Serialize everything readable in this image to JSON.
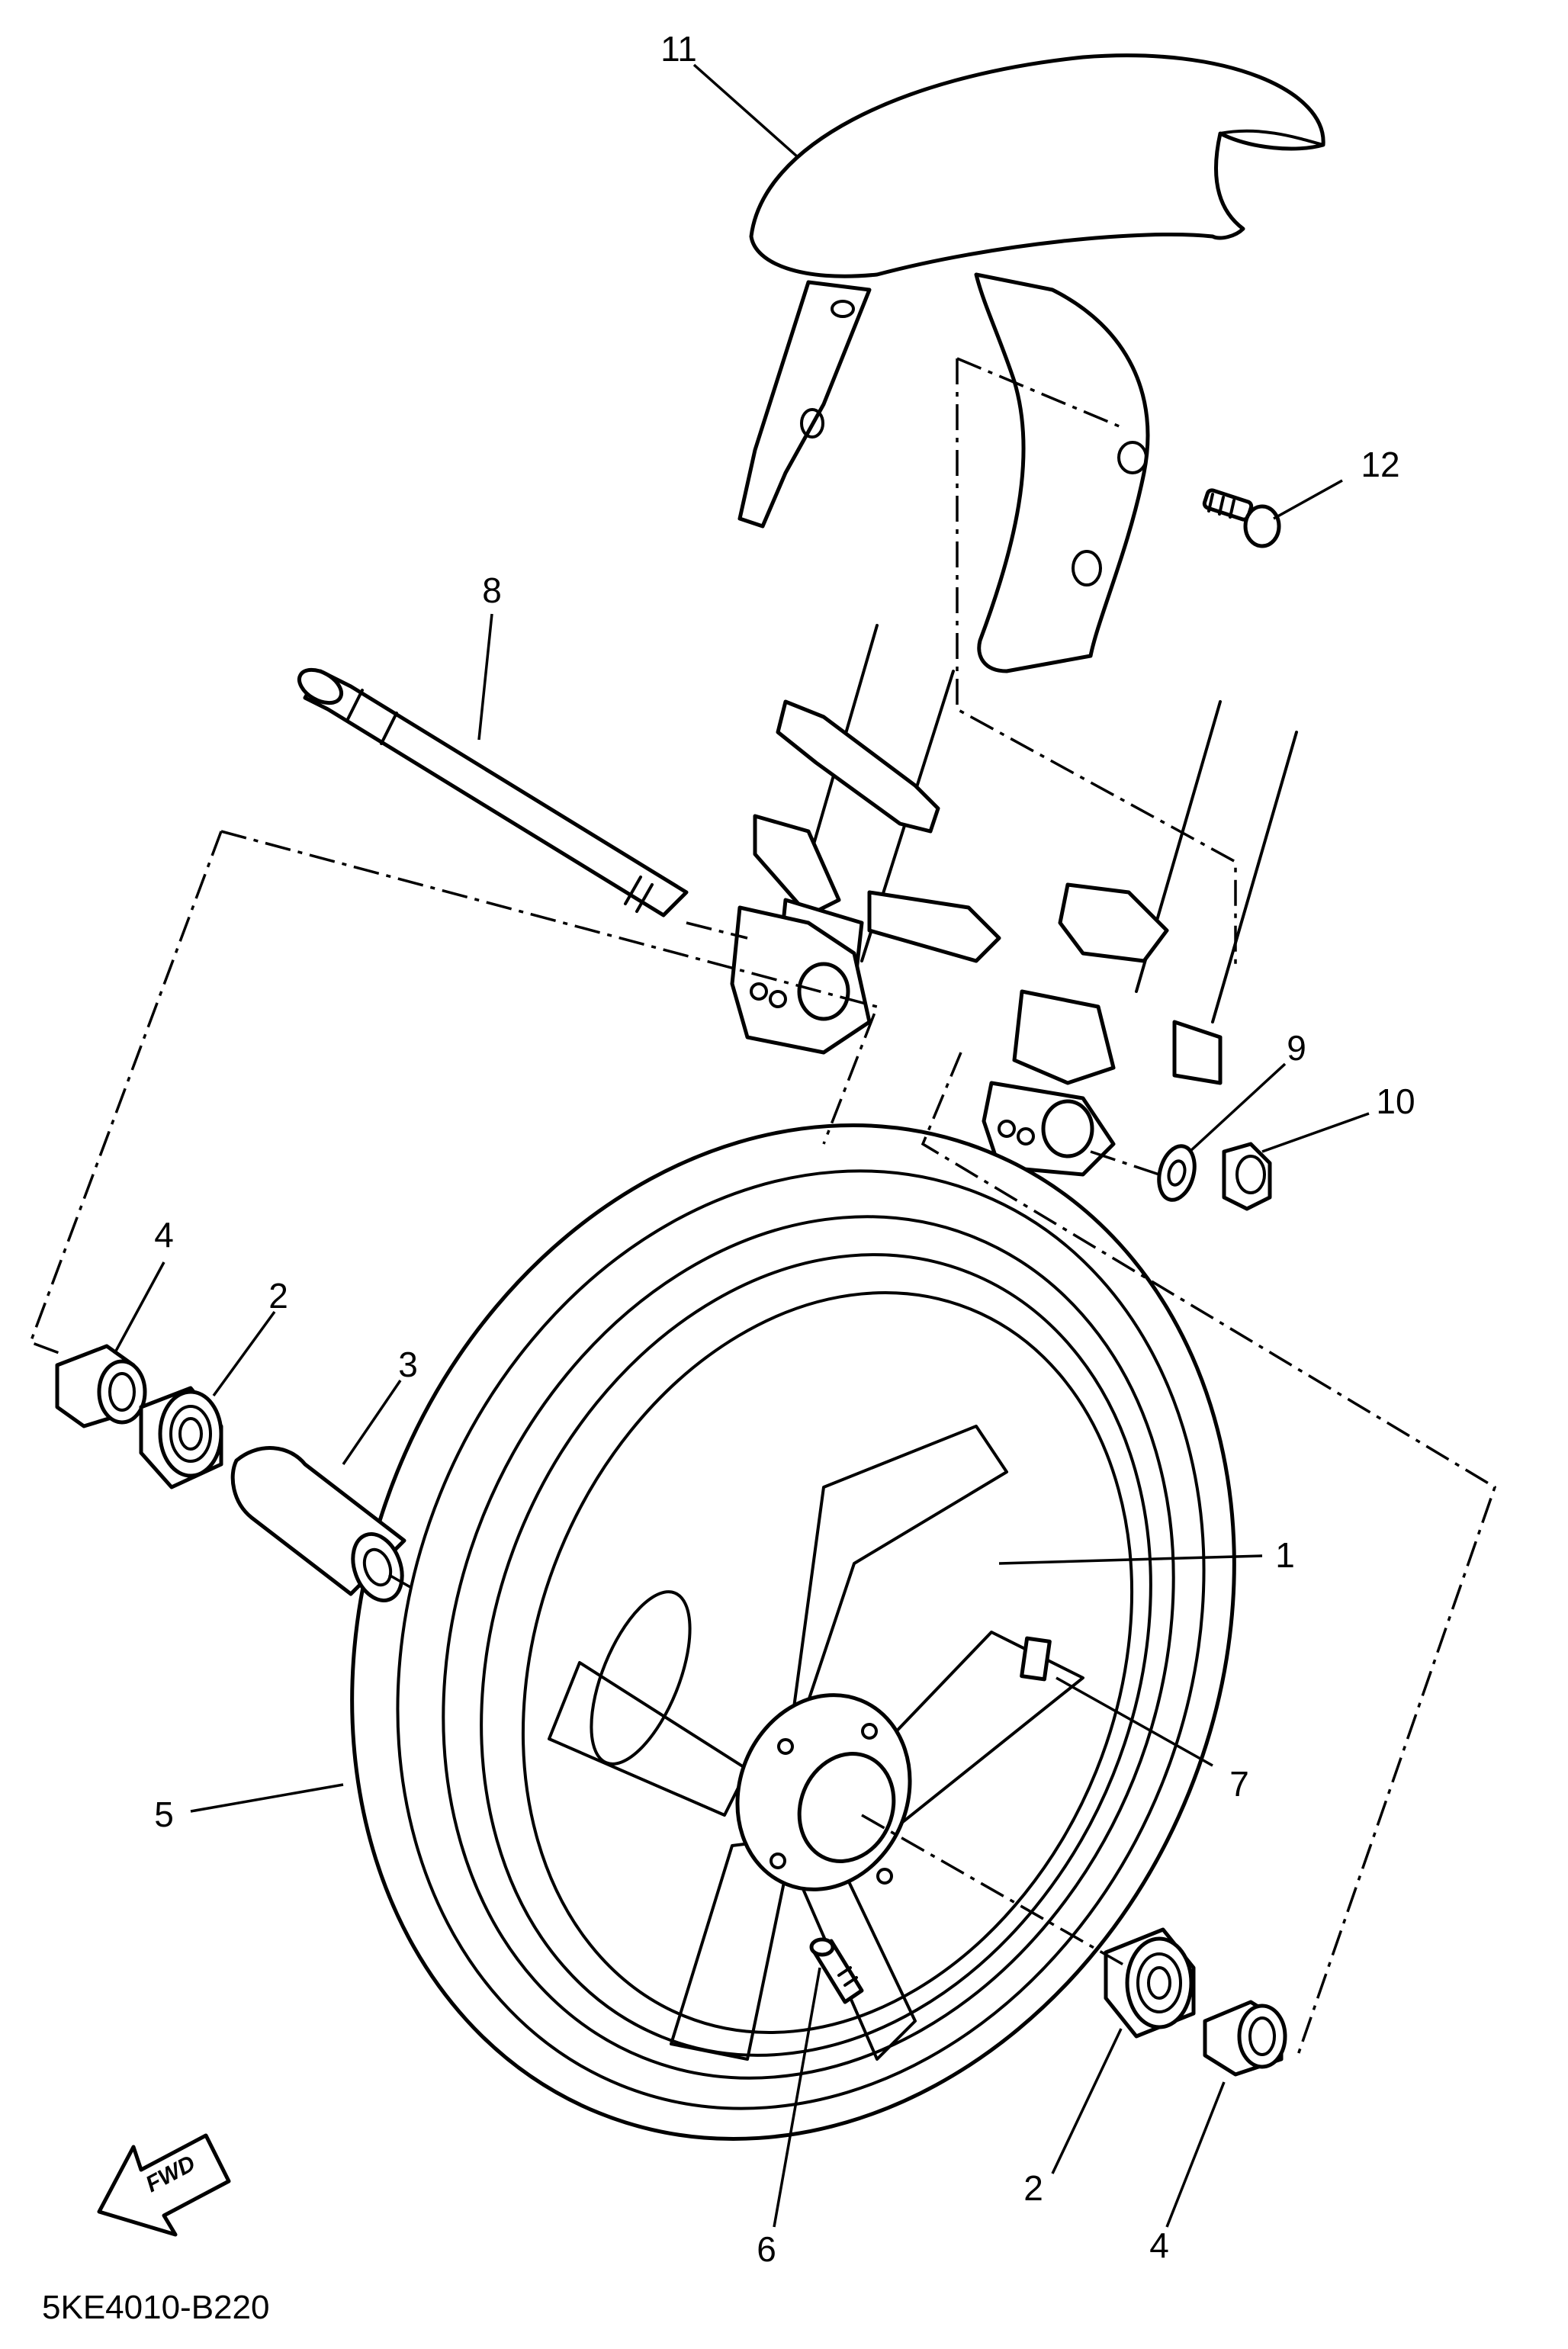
{
  "diagram_code": "5KE4010-B220",
  "fwd_label": "FWD",
  "callouts": {
    "c1": "1",
    "c2a": "2",
    "c2b": "2",
    "c3": "3",
    "c4a": "4",
    "c4b": "4",
    "c5": "5",
    "c6": "6",
    "c7": "7",
    "c8": "8",
    "c9": "9",
    "c10": "10",
    "c11": "11",
    "c12": "12"
  }
}
